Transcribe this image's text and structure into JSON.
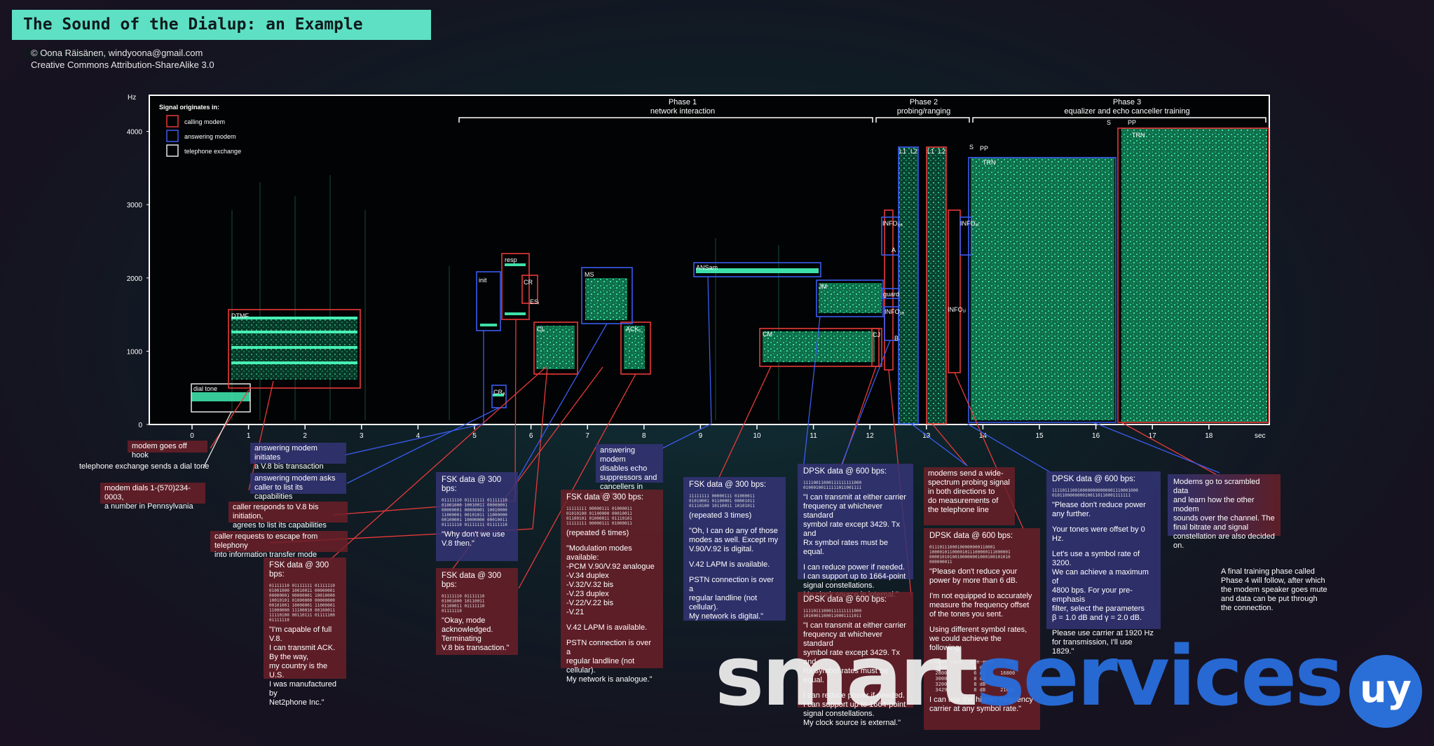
{
  "title": "The Sound of the Dialup: an Example Handshake",
  "credit": {
    "line1": "© Oona Räisänen, windyoona@gmail.com",
    "line2": "Creative Commons Attribution-ShareAlike 3.0"
  },
  "axes": {
    "y_unit": "Hz",
    "x_unit": "sec",
    "y_ticks": [
      "0",
      "1000",
      "2000",
      "3000",
      "4000"
    ],
    "x_ticks": [
      "0",
      "1",
      "2",
      "3",
      "4",
      "5",
      "6",
      "7",
      "8",
      "9",
      "10",
      "11",
      "12",
      "13",
      "14",
      "15",
      "16",
      "17",
      "18"
    ]
  },
  "legend": {
    "title": "Signal originates in:",
    "items": [
      {
        "label": "calling modem",
        "color": "#e83a3a"
      },
      {
        "label": "answering modem",
        "color": "#3a5cf0"
      },
      {
        "label": "telephone exchange",
        "color": "#e6e6e6"
      }
    ]
  },
  "phases": [
    {
      "name": "Phase 1",
      "desc": "network interaction"
    },
    {
      "name": "Phase 2",
      "desc": "probing/ranging"
    },
    {
      "name": "Phase 3",
      "desc": "equalizer and echo canceller training"
    }
  ],
  "signal_labels": [
    "dial tone",
    "DTMF",
    "init",
    "resp",
    "CR",
    "CRₐ",
    "ESᵢ",
    "CL",
    "MS",
    "ACK₁",
    "ANSam",
    "CM",
    "JM",
    "CJ",
    "INFO₀ₐ",
    "INFO₀ᵢ",
    "INFO₁ₐ",
    "INFO₁ᵢ",
    "guard",
    "B",
    "L1",
    "L2",
    "L1",
    "L2",
    "S",
    "PP",
    "TRN",
    "S",
    "PP",
    "TRN",
    "A"
  ],
  "colors": {
    "calling": "#e83a3a",
    "answering": "#3a5cf0",
    "exchange": "#e6e6e6",
    "signal": "#3de0a8",
    "title_bg": "#5ee0c4"
  },
  "notes": {
    "off_hook": "modem goes off hook",
    "dial_tone": "telephone exchange sends a dial tone",
    "dials": "modem dials 1-(570)234-0003,\na number in Pennsylvania",
    "v8bis_init": "answering modem initiates\na V.8 bis transaction",
    "asks": "answering modem asks\ncaller to list its capabilities",
    "responds": "caller responds to V.8 bis initiation,\nagrees to list its capabilities",
    "escape": "caller requests to escape from telephony\ninto information transfer mode",
    "fsk1": {
      "title": "FSK data @ 300 bps:",
      "bits": "01111110 01111111 01111110\n01001000 10010011 00000001\n00000001 00000001 10010000\n10010101 01000000 00000000\n00101001 10000001 11000001\n11000000 11100010 00100011\n11110100 00110111 01111100\n01111110",
      "quote": "\"I'm capable of full V.8.\nI can transmit ACK.\nBy the way,\nmy country is the U.S.\nI was manufactured by\nNet2phone Inc.\""
    },
    "fsk2": {
      "title": "FSK data @ 300 bps:",
      "bits": "01111110 01111111 01111110\n01001000 10010011 00000001\n00000001 00000001 10010000\n11000001 00101011 11000000\n00100001 10000000 00010011\n01111110 01111111 01111110",
      "quote": "\"Why don't we use\nV.8 then.\""
    },
    "fsk3": {
      "title": "FSK data @ 300 bps:",
      "bits": "01111110 01111110\n01001000 10110011\n01100011 01111110\n01111110",
      "quote": "\"Okay, mode\nacknowledged.\nTerminating\nV.8 bis transaction.\""
    },
    "disables": "answering modem\ndisables echo\nsuppressors and\ncancellers in PSTN",
    "fsk4": {
      "title": "FSK data @ 300 bps:",
      "bits": "11111111 00000111 01000011\n01010100 01100000 00010011\n01100101 01000011 01110101\n11111111 00000111 01000011",
      "repeat": "(repeated 6 times)",
      "body": "\"Modulation modes available:\n   -PCM V.90/V.92 analogue\n   -V.34 duplex\n   -V.32/V.32 bis\n   -V.23 duplex\n   -V.22/V.22 bis\n   -V.21",
      "lapm": "V.42 LAPM is available.",
      "pstn": "PSTN connection is over a\nregular landline (not cellular).\nMy network is analogue.\""
    },
    "fsk5": {
      "title": "FSK data @ 300 bps:",
      "bits": "11111111 00000111 01000011\n01010001 01100001 00001011\n01110100 10110011 10101011",
      "repeat": "(repeated 3 times)",
      "body": "\"Oh, I can do any of those\nmodes as well. Except my\nV.90/V.92 is digital.",
      "lapm": "V.42 LAPM is available.",
      "pstn": "PSTN connection is over a\nregular landline (not cellular).\nMy network is digital.\""
    },
    "dpsk1": {
      "title": "DPSK data @ 600 bps:",
      "bits": "11110011000111111111000\n01000100111111011001111",
      "quote": "\"I can transmit at either carrier\nfrequency at whichever standard\nsymbol rate except 3429. Tx and\nRx symbol rates must be equal.",
      "body": "I can reduce power if needed.\nI can support up to 1664-point\nsignal constellations.\nMy clock source is internal.\""
    },
    "dpsk2": {
      "title": "DPSK data @ 600 bps:",
      "bits": "11110111000111111111000\n10100011000110001111011",
      "quote": "\"I can transmit at either carrier\nfrequency at whichever standard\nsymbol rate except 3429. Tx and\nRx symbol rates must be equal.",
      "body": "I can reduce power if needed.\nI can support up to 1664-point\nsignal constellations.\nMy clock source is external.\""
    },
    "probing": "modems send a wide-\nspectrum probing signal\nin both directions to\ndo measurements of\nthe telephone line",
    "dpsk3": {
      "title": "DPSK data @ 600 bps:",
      "bits": "01110111000100000000110001\n10000101100001011100000111000001\n00001010100100000001000100101010\n000000011",
      "quote": "\"Please don't reduce your\npower by more than 6 dB.",
      "body": "I'm not equipped to accurately\nmeasure the frequency offset\nof the tones you sent.",
      "body2": "Using different symbol rates,\nwe could achieve the following:",
      "table": "symbol rate   pre-emph.   bps\n  2400         6 dB      \n  2800         6 dB     16800\n  3000         8 dB      \n  3200         8 dB      \n  3429         8 dB     21600",
      "tail": "I can use the higher frequency\ncarrier at any symbol rate.\""
    },
    "dpsk4": {
      "title": "DPSK data @ 600 bps:",
      "bits": "1111011100100000000000001110001000\n0101100000000100110110001111111",
      "quote": "\"Please don't reduce power\nany further.",
      "body": "Your tones were offset by 0 Hz.",
      "body2": "Let's use a symbol rate of 3200.\nWe can achieve a maximum of\n4800 bps. For your pre-emphasis\nfilter, select the parameters\nβ = 1.0 dB and γ = 2.0 dB.",
      "tail": "Please use carrier at 1920 Hz\nfor transmission, I'll use 1829.\""
    },
    "scrambled": "Modems go to scrambled data\nand learn how the other modem\nsounds over the channel. The\nfinal bitrate and signal\nconstellation are also decided\non.",
    "final": "A final training phase called\nPhase 4 will follow, after which\nthe modem speaker goes mute\nand data can be put through\nthe connection."
  },
  "watermark": {
    "part1": "smart",
    "part2": "services",
    "badge": "uy"
  }
}
